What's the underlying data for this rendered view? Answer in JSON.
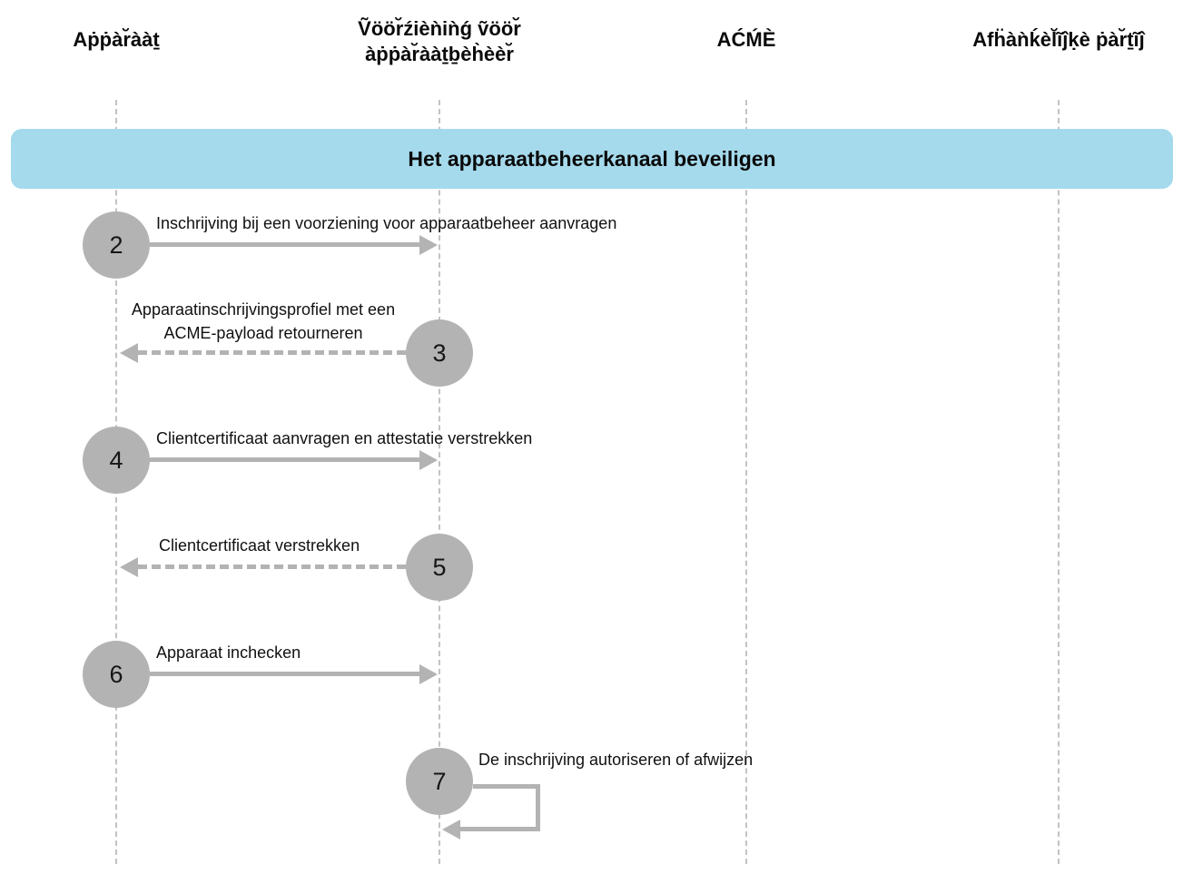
{
  "colors": {
    "banner_fill": "#a5daec",
    "diagram_gray": "#b3b3b3",
    "lifeline_gray": "#c3c3c3"
  },
  "actors": [
    {
      "name": "Aṗṗàr̆ààṯ"
    },
    {
      "name_line1": "Ṽöör̆źièǹiǹǵ ṽöör̆",
      "name_line2": "àṗṗàr̆ààṯḇèh̀èèr̆"
    },
    {
      "name": "AĆḾÈ"
    },
    {
      "name": "Afḧàǹḱèl̆ĩĵḳè ṗàr̆ṯĩĵ"
    }
  ],
  "banner": {
    "title": "Het apparaatbeheerkanaal beveiligen"
  },
  "steps": [
    {
      "number": "2",
      "label": "Inschrijving bij een voorziening voor apparaatbeheer aanvragen",
      "from_actor": 0,
      "to_actor": 1,
      "arrow": "solid"
    },
    {
      "number": "3",
      "label": "Apparaatinschrijvingsprofiel met een ACME-payload retourneren",
      "from_actor": 1,
      "to_actor": 0,
      "arrow": "dashed"
    },
    {
      "number": "4",
      "label": "Clientcertificaat aanvragen en attestatie verstrekken",
      "from_actor": 0,
      "to_actor": 1,
      "arrow": "solid"
    },
    {
      "number": "5",
      "label": "Clientcertificaat verstrekken",
      "from_actor": 1,
      "to_actor": 0,
      "arrow": "dashed"
    },
    {
      "number": "6",
      "label": "Apparaat inchecken",
      "from_actor": 0,
      "to_actor": 1,
      "arrow": "solid"
    },
    {
      "number": "7",
      "label": "De inschrijving autoriseren of afwijzen",
      "from_actor": 1,
      "to_actor": 1,
      "arrow": "self-loop"
    }
  ]
}
